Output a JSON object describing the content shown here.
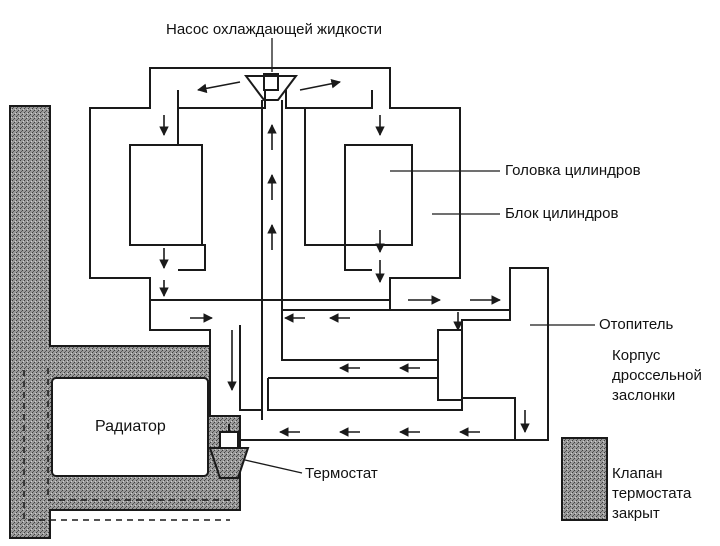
{
  "labels": {
    "pump": "Насос охлаждающей жидкости",
    "cylinder_head": "Головка цилиндров",
    "cylinder_block": "Блок цилиндров",
    "heater": "Отопитель",
    "throttle_body": [
      "Корпус",
      "дроссельной",
      "заслонки"
    ],
    "radiator": "Радиатор",
    "thermostat": "Термостат",
    "legend_closed": [
      "Клапан",
      "термостата",
      "закрыт"
    ]
  },
  "colors": {
    "line": "#1a1a1a",
    "hatch": "#777777",
    "background": "#ffffff"
  }
}
